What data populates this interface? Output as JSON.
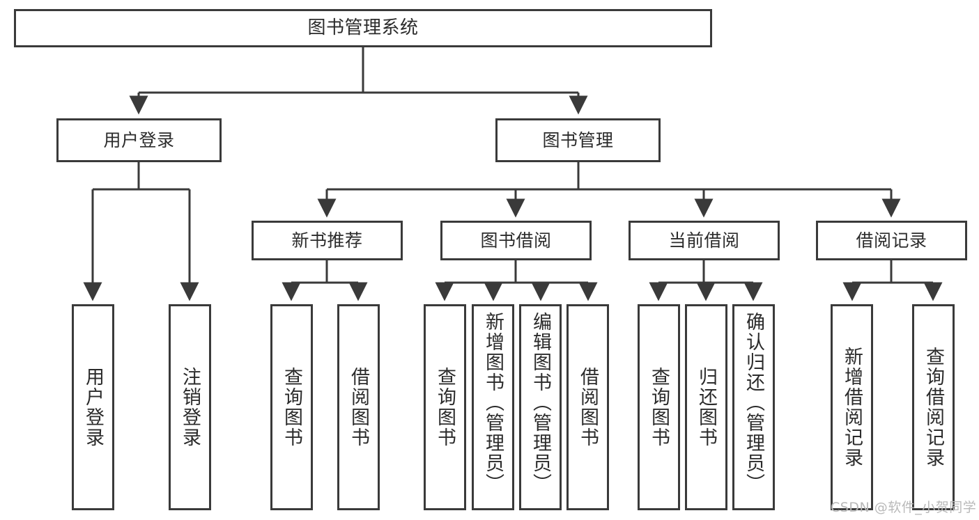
{
  "diagram": {
    "type": "tree-hierarchy",
    "title": "图书管理系统",
    "root": {
      "id": "root",
      "label": "图书管理系统"
    },
    "level2": [
      {
        "id": "user-login",
        "label": "用户登录"
      },
      {
        "id": "book-manage",
        "label": "图书管理"
      }
    ],
    "level3": [
      {
        "id": "new-book-recommend",
        "label": "新书推荐",
        "parent": "book-manage"
      },
      {
        "id": "book-borrow",
        "label": "图书借阅",
        "parent": "book-manage"
      },
      {
        "id": "current-borrow",
        "label": "当前借阅",
        "parent": "book-manage"
      },
      {
        "id": "borrow-record",
        "label": "借阅记录",
        "parent": "book-manage"
      }
    ],
    "leaves": [
      {
        "id": "leaf-user-login",
        "label": "用户登录",
        "parent": "user-login"
      },
      {
        "id": "leaf-user-logout",
        "label": "注销登录",
        "parent": "user-login"
      },
      {
        "id": "leaf-query-book-1",
        "label": "查询图书",
        "parent": "new-book-recommend"
      },
      {
        "id": "leaf-borrow-book-1",
        "label": "借阅图书",
        "parent": "new-book-recommend"
      },
      {
        "id": "leaf-query-book-2",
        "label": "查询图书",
        "parent": "book-borrow"
      },
      {
        "id": "leaf-add-book",
        "label": "新增图书（管理员）",
        "parent": "book-borrow"
      },
      {
        "id": "leaf-edit-book",
        "label": "编辑图书（管理员）",
        "parent": "book-borrow"
      },
      {
        "id": "leaf-borrow-book-2",
        "label": "借阅图书",
        "parent": "book-borrow"
      },
      {
        "id": "leaf-query-book-3",
        "label": "查询图书",
        "parent": "current-borrow"
      },
      {
        "id": "leaf-return-book",
        "label": "归还图书",
        "parent": "current-borrow"
      },
      {
        "id": "leaf-confirm-return",
        "label": "确认归还（管理员）",
        "parent": "current-borrow"
      },
      {
        "id": "leaf-add-record",
        "label": "新增借阅记录",
        "parent": "borrow-record"
      },
      {
        "id": "leaf-query-record",
        "label": "查询借阅记录",
        "parent": "borrow-record"
      }
    ],
    "colors": {
      "stroke": "#3a3a3a",
      "fill": "#ffffff",
      "text": "#2b2b2b",
      "watermark": "#b9b9b9"
    }
  },
  "watermark": {
    "text": "CSDN @软件_小贺同学"
  }
}
